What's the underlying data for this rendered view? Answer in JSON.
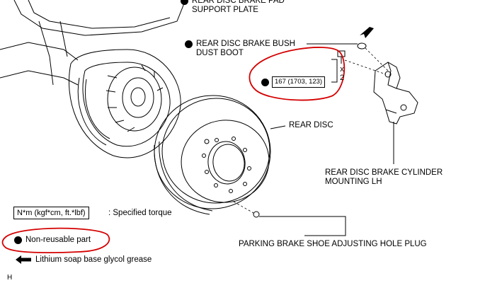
{
  "labels": {
    "top_plate": "REAR DISC BRAKE PAD\nSUPPORT PLATE",
    "top_plate_line1": "REAR DISC BRAKE PAD",
    "top_plate_line2": "SUPPORT PLATE",
    "bush_dust_boot_line1": "REAR DISC BRAKE BUSH",
    "bush_dust_boot_line2": "DUST BOOT",
    "rear_disc": "REAR DISC",
    "cylinder_line1": "REAR DISC BRAKE CYLINDER",
    "cylinder_line2": "MOUNTING LH",
    "parking_plug": "PARKING BRAKE SHOE ADJUSTING HOLE PLUG"
  },
  "torque": {
    "value": "167 (1703, 123)",
    "quantity": "x 2"
  },
  "legend": {
    "torque_box": "N*m (kgf*cm, ft.*lbf)",
    "torque_text": ": Specified torque",
    "nonreusable": "Non-reusable part",
    "grease": "Lithium soap base glycol grease"
  },
  "footer_code": "H",
  "colors": {
    "annotation": "#d40000",
    "line": "#000000"
  }
}
